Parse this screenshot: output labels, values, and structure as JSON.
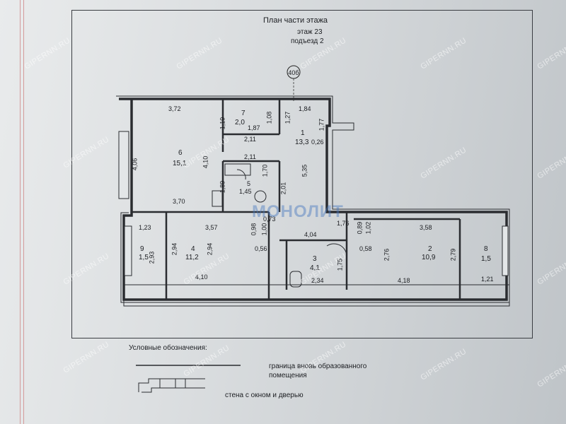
{
  "header": {
    "title": "План части этажа",
    "floor": "этаж 23",
    "entrance": "подъезд 2",
    "axis_mark": "40б"
  },
  "rooms": [
    {
      "id": "1",
      "area": "13,3"
    },
    {
      "id": "2",
      "area": "10,9"
    },
    {
      "id": "3",
      "area": "4,1"
    },
    {
      "id": "4",
      "area": "11,2"
    },
    {
      "id": "5",
      "area": "1,45"
    },
    {
      "id": "6",
      "area": "15,1"
    },
    {
      "id": "7",
      "area": "2,0"
    },
    {
      "id": "8",
      "area": "1,5"
    },
    {
      "id": "9",
      "area": "1,5"
    }
  ],
  "dimensions": {
    "d_3_72": "3,72",
    "d_1_84": "1,84",
    "d_1_19": "1,19",
    "d_1_08": "1,08",
    "d_1_87": "1,87",
    "d_1_27": "1,27",
    "d_1_77": "1,77",
    "d_2_11a": "2,11",
    "d_0_26": "0,26",
    "d_4_06": "4,06",
    "d_4_10a": "4,10",
    "d_2_11b": "2,11",
    "d_5_35": "5,35",
    "d_1_70": "1,70",
    "d_1_89": "1,89",
    "d_2_01": "2,01",
    "d_3_70": "3,70",
    "d_1_23": "1,23",
    "d_3_57": "3,57",
    "d_0_98": "0,98",
    "d_1_00": "1,00",
    "d_0_73": "0,73",
    "d_1_76": "1,76",
    "d_0_89": "0,89",
    "d_1_02": "1,02",
    "d_3_58": "3,58",
    "d_4_04": "4,04",
    "d_2_94a": "2,94",
    "d_2_94b": "2,94",
    "d_2_93": "2,93",
    "d_0_56": "0,56",
    "d_0_58": "0,58",
    "d_2_76": "2,76",
    "d_2_79": "2,79",
    "d_1_75": "1,75",
    "d_4_10b": "4,10",
    "d_2_34": "2,34",
    "d_4_18": "4,18",
    "d_1_21": "1,21"
  },
  "legend": {
    "title": "Условные обозначения:",
    "item1_line1": "граница вновь образованного",
    "item1_line2": "помещения",
    "item2": "стена с окном и дверью"
  },
  "watermark": {
    "site": "GIPERNN.RU",
    "company": "МОНОЛИТ"
  }
}
